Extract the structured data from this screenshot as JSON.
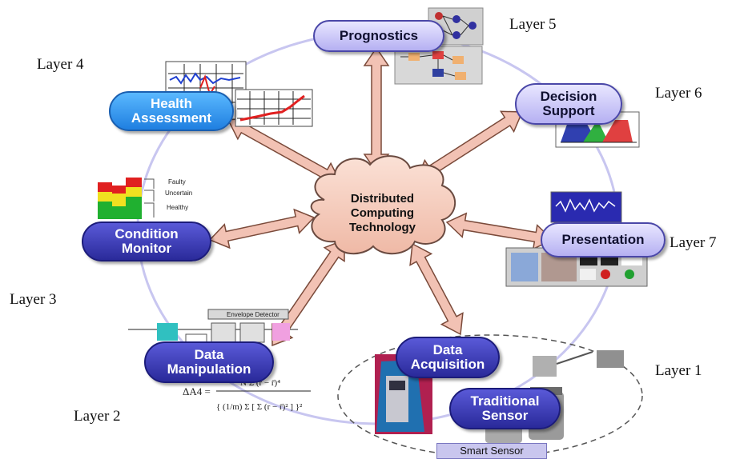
{
  "center": {
    "line1": "Distributed",
    "line2": "Computing",
    "line3": "Technology"
  },
  "nodes": {
    "prognostics": "Prognostics",
    "decision_support": {
      "line1": "Decision",
      "line2": "Support"
    },
    "presentation": "Presentation",
    "data_acquisition": {
      "line1": "Data",
      "line2": "Acquisition"
    },
    "traditional_sensor": {
      "line1": "Traditional",
      "line2": "Sensor"
    },
    "data_manipulation": {
      "line1": "Data",
      "line2": "Manipulation"
    },
    "condition_monitor": {
      "line1": "Condition",
      "line2": "Monitor"
    },
    "health_assessment": {
      "line1": "Health",
      "line2": "Assessment"
    }
  },
  "layers": {
    "layer1": "Layer 1",
    "layer2": "Layer 2",
    "layer3": "Layer 3",
    "layer4": "Layer 4",
    "layer5": "Layer 5",
    "layer6": "Layer 6",
    "layer7": "Layer 7"
  },
  "smart_sensor": "Smart Sensor",
  "condition_scale": {
    "faulty": "Faulty",
    "uncertain": "Uncertain",
    "healthy": "Healthy"
  },
  "envelope_detector": "Envelope Detector",
  "colors": {
    "arrow_fill": "#f2c2b4",
    "arrow_stroke": "#7a4a3a",
    "cloud_fill": "#f7d2c2",
    "ring": "#c8c6f0"
  }
}
